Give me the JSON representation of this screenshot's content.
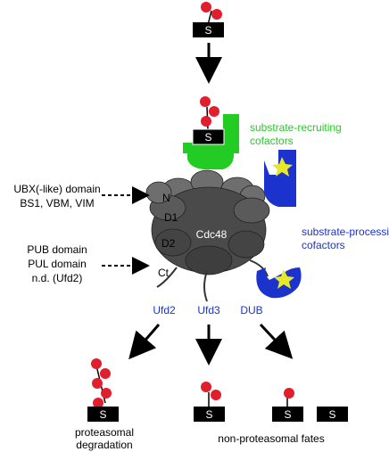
{
  "colors": {
    "ubiquitin": "#e01e2e",
    "substrate_box": "#000000",
    "substrate_text": "#ffffff",
    "recruiting": "#22cc22",
    "processing": "#1b33cc",
    "star": "#e8e82a",
    "cdc48_body": "#4a4a4a",
    "cdc48_top": "#6e6e6e",
    "text": "#000000",
    "cofactor_text": "#1b33cc"
  },
  "substrate": {
    "label": "S"
  },
  "labels": {
    "recruiting_line1": "substrate-recruiting",
    "recruiting_line2": "cofactors",
    "processing_line1": "substrate-processing",
    "processing_line2": "cofactors",
    "ubx_line1": "UBX(-like) domain",
    "ubx_line2": "BS1, VBM, VIM",
    "pub_line1": "PUB domain",
    "pul_line2": "PUL domain",
    "nd_line3": "n.d. (Ufd2)",
    "domain_n": "N",
    "domain_d1": "D1",
    "domain_d2": "D2",
    "domain_ct": "Ct",
    "cdc48": "Cdc48",
    "ufd2": "Ufd2",
    "ufd3": "Ufd3",
    "dub": "DUB",
    "proteasomal_line1": "proteasomal",
    "proteasomal_line2": "degradation",
    "nonproteasomal": "non-proteasomal fates"
  }
}
